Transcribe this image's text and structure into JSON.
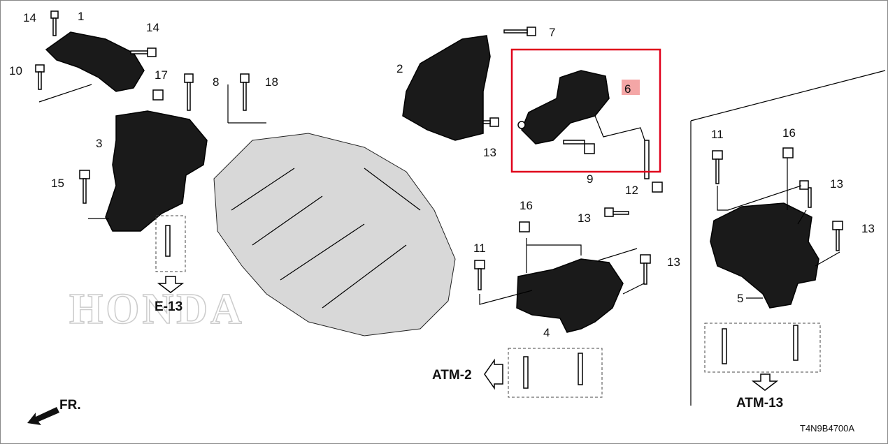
{
  "diagram": {
    "callouts": [
      "14",
      "1",
      "14",
      "10",
      "17",
      "8",
      "18",
      "3",
      "15",
      "2",
      "7",
      "6",
      "13",
      "9",
      "12",
      "16",
      "13",
      "11",
      "13",
      "4",
      "11",
      "16",
      "13",
      "13",
      "5"
    ],
    "references": {
      "e13": "E-13",
      "atm2": "ATM-2",
      "atm13": "ATM-13"
    },
    "front_indicator": "FR.",
    "drawing_code": "T4N9B4700A",
    "watermark": "HONDA",
    "highlight": {
      "callout": "6",
      "box_color": "#e0001b",
      "label_bg": "#f4a6a6"
    }
  }
}
